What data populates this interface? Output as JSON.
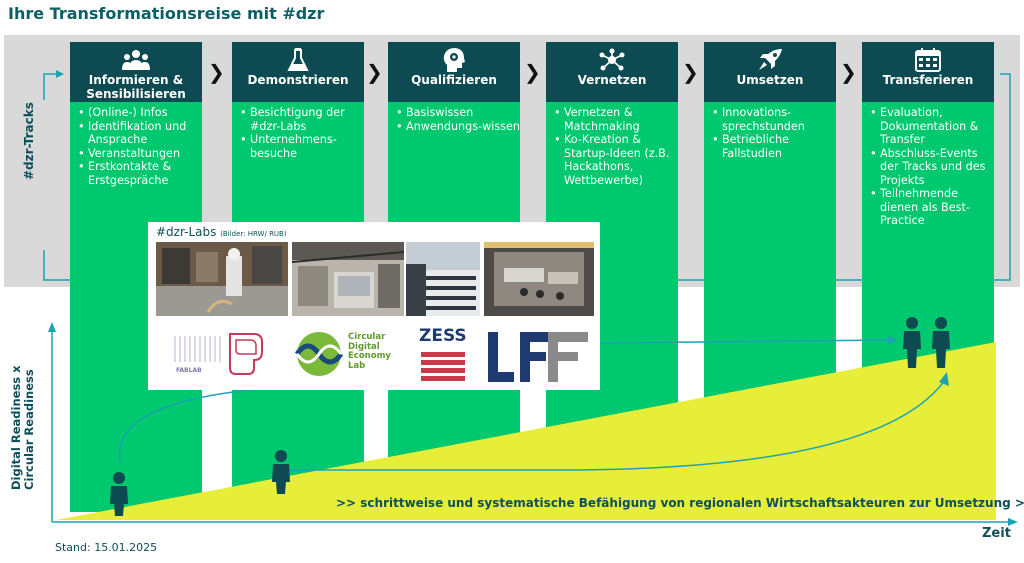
{
  "title": "Ihre Transformationsreise mit #dzr",
  "tracks_label": "#dzr-Tracks",
  "y_axis_label_line1": "Digital Readiness x",
  "y_axis_label_line2": "Circular Readiness",
  "x_axis_label": "Zeit",
  "stand": "Stand:  15.01.2025",
  "slogan": ">> schrittweise und systematische Befähigung von regionalen Wirtschaftsakteuren zur Umsetzung >>",
  "steps": [
    {
      "title": "Informieren & Sensibilisieren",
      "icon": "people-icon",
      "items": [
        "(Online-) Infos",
        "Identifikation und Ansprache",
        "Veranstaltungen",
        "Erstkontakte & Erstgespräche"
      ]
    },
    {
      "title": "Demonstrieren",
      "icon": "flask-icon",
      "items": [
        "Besichtigung der #dzr-Labs",
        "Unternehmens-besuche"
      ]
    },
    {
      "title": "Qualifizieren",
      "icon": "head-gear-icon",
      "items": [
        "Basiswissen",
        "Anwendungs-wissen"
      ]
    },
    {
      "title": "Vernetzen",
      "icon": "network-icon",
      "items": [
        "Vernetzen & Matchmaking",
        "Ko-Kreation & Startup-Ideen (z.B. Hackathons, Wettbewerbe)"
      ]
    },
    {
      "title": "Umsetzen",
      "icon": "rocket-icon",
      "items": [
        "Innovations-sprechstunden",
        "Betriebliche Fallstudien"
      ]
    },
    {
      "title": "Transferieren",
      "icon": "calendar-icon",
      "items": [
        "Evaluation, Dokumentation & Transfer",
        "Abschluss-Events der Tracks und des Projekts",
        "Teilnehmende dienen als Best-Practice"
      ]
    }
  ],
  "labs": {
    "title": "#dzr-Labs",
    "credit": "(Bilder: HRW/ RUB)",
    "logos": {
      "fablab": "FABLAB",
      "circular": [
        "Circular",
        "Digital",
        "Economy",
        "Lab"
      ],
      "zess": "ZESS",
      "lff": "LFF"
    }
  },
  "colors": {
    "teal": "#0d4a52",
    "green": "#00c86e",
    "yellow": "#e6ee3a",
    "gray": "#d9d9d9"
  }
}
